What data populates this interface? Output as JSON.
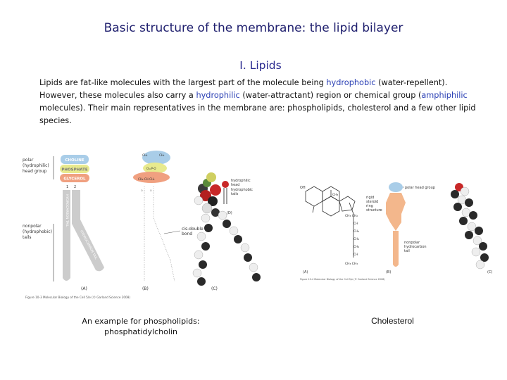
{
  "title": "Basic structure of the membrane: the lipid bilayer",
  "subtitle": "I. Lipids",
  "paragraph": {
    "t1": "Lipids are fat-like molecules with the largest part of the molecule being ",
    "hydrophobic": "hydrophobic",
    "t2": " (water-repellent). However, these molecules also carry a ",
    "hydrophilic": "hydrophilic",
    "t3": " (water-attractant) region or chemical group (",
    "amphiphilic": "amphiphilic",
    "t4": " molecules). Their main representatives in the membrane are: phospholipids, cholesterol and a few other lipid species."
  },
  "figure_left": {
    "polar_label": [
      "polar",
      "(hydrophilic)",
      "head group"
    ],
    "choline": "CHOLINE",
    "phosphate": "PHOSPHATE",
    "glycerol": "GLYCEROL",
    "nonpolar_label": [
      "nonpolar",
      "(hydrophobic)",
      "tails"
    ],
    "tail1": "HYDROCARBON TAIL",
    "tail2": "HYDROCARBON TAIL",
    "cis_label": [
      "cis-double",
      "bond"
    ],
    "hydrophilic_head": [
      "hydrophilic",
      "head"
    ],
    "hydrophobic_tails": [
      "hydrophobic",
      "tails"
    ],
    "panel_a": "(A)",
    "panel_b": "(B)",
    "panel_c": "(C)",
    "panel_d": "(D)",
    "credit": "Figure 10-3 Molecular Biology of the Cell 5/e (© Garland Science 2008)"
  },
  "figure_right": {
    "oh": "OH",
    "polar_head": "polar head group",
    "rigid": [
      "rigid",
      "steroid",
      "ring",
      "structure"
    ],
    "nonpolar": [
      "nonpolar",
      "hydrocarbon",
      "tail"
    ],
    "panel_a": "(A)",
    "panel_b": "(B)",
    "panel_c": "(C)",
    "credit": "Figure 10-4 Molecular Biology of the Cell 5/e (© Garland Science 2008)"
  },
  "caption_phospholipid": "An example for phospholipids: phosphatidylcholin",
  "caption_cholesterol": "Cholesterol",
  "colors": {
    "choline": "#a9cde8",
    "phosphate": "#e8ea8e",
    "glycerol": "#f0a080",
    "tail": "#cccccc",
    "steroid": "#f3b78c",
    "title": "#1f1f6e",
    "highlight": "#2a3fb4"
  }
}
